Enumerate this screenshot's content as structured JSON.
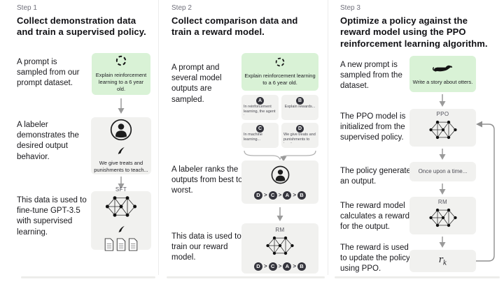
{
  "columns": [
    {
      "step_label": "Step 1",
      "heading": "Collect demonstration data and train a supervised policy.",
      "texts": {
        "t1": "A prompt is sampled from our prompt dataset.",
        "t2": "A labeler demonstrates the desired output behavior.",
        "t3": "This data is used to fine-tune GPT-3.5 with supervised learning."
      },
      "prompt_caption": "Explain reinforcement learning to a 6 year old.",
      "labeler_caption": "We give treats and punishments to teach...",
      "model_label": "SFT",
      "icons": {
        "prompt": "refresh-cycle-icon",
        "labeler": "person-icon",
        "write": "quill-icon",
        "model": "neural-network-icon",
        "data": "documents-icon"
      }
    },
    {
      "step_label": "Step 2",
      "heading": "Collect comparison data and train a reward model.",
      "texts": {
        "t1": "A prompt and several model outputs are sampled.",
        "t2": "A labeler ranks the outputs from best to worst.",
        "t3": "This data is used to train our reward model."
      },
      "prompt_caption": "Explain reinforcement learning to a 6 year old.",
      "outputs": [
        {
          "letter": "A",
          "text": "In reinforcement learning, the agent is..."
        },
        {
          "letter": "B",
          "text": "Explain rewards..."
        },
        {
          "letter": "C",
          "text": "In machine learning..."
        },
        {
          "letter": "D",
          "text": "We give treats and punishments to teach..."
        }
      ],
      "ranking": {
        "letters": [
          "D",
          "C",
          "A",
          "B"
        ],
        "separator": ">"
      },
      "model_label": "RM",
      "icons": {
        "prompt": "refresh-cycle-icon",
        "labeler": "person-icon",
        "model": "neural-network-icon"
      }
    },
    {
      "step_label": "Step 3",
      "heading": "Optimize a policy against the reward model using the PPO reinforcement learning algorithm.",
      "texts": {
        "t1": "A new prompt is sampled from the dataset.",
        "t2": "The PPO model is initialized from the supervised policy.",
        "t3": "The policy generates an output.",
        "t4": "The reward model calculates a reward for the output.",
        "t5": "The reward is used to update the policy using PPO."
      },
      "prompt_caption": "Write a story about otters.",
      "output_caption": "Once upon a time...",
      "ppo_label": "PPO",
      "rm_label": "RM",
      "reward_label": {
        "base": "r",
        "sub": "k"
      },
      "icons": {
        "prompt": "otter-icon",
        "ppo": "neural-network-icon",
        "rm": "neural-network-icon",
        "loop": "feedback-loop-arrow"
      }
    }
  ],
  "colors": {
    "prompt_box_green": "#d9f2d6",
    "step_box_gray": "#f1f1ef",
    "rank_circle_dark": "#35353d",
    "text_dark": "#101014"
  }
}
